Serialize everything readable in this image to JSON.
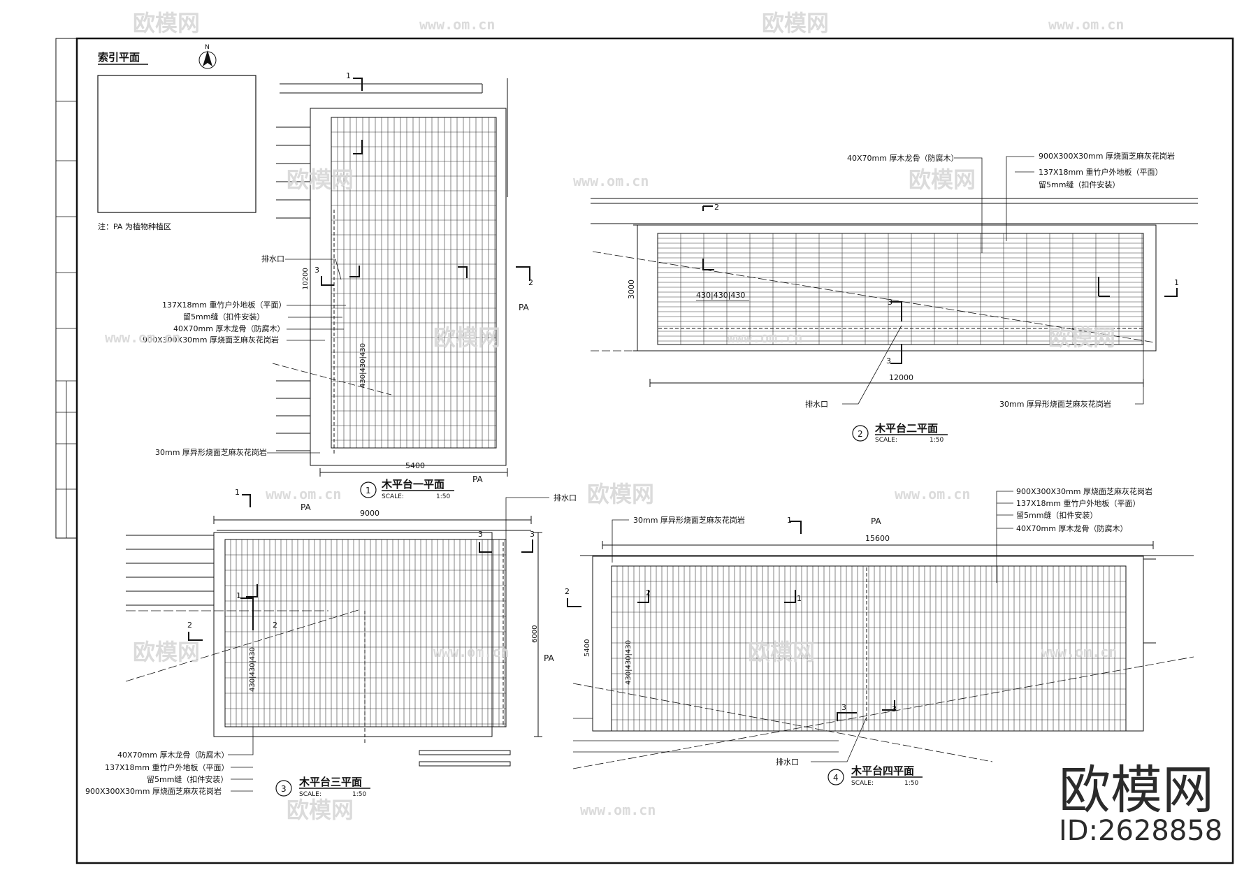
{
  "index_plan": {
    "title": "索引平面",
    "north": "N",
    "note": "注：PA 为植物种植区"
  },
  "area_label": "PA",
  "plan1": {
    "num": "1",
    "title": "木平台一平面",
    "scale_label": "SCALE:",
    "scale_value": "1:50",
    "dim_width": "5400",
    "dim_height": "10200",
    "dim_spacing": "430|430|430",
    "notes": [
      "排水口",
      "137X18mm 重竹户外地板（平面）",
      "留5mm缝（扣件安装）",
      "40X70mm 厚木龙骨（防腐木）",
      "900X300X30mm 厚烧面芝麻灰花岗岩",
      "30mm 厚异形烧面芝麻灰花岗岩"
    ],
    "sec": [
      "1",
      "2",
      "3"
    ]
  },
  "plan2": {
    "num": "2",
    "title": "木平台二平面",
    "scale_label": "SCALE:",
    "scale_value": "1:50",
    "dim_width": "12000",
    "dim_height": "3000",
    "dim_spacing": "430|430|430",
    "notes": [
      "40X70mm 厚木龙骨（防腐木）",
      "900X300X30mm 厚烧面芝麻灰花岗岩",
      "137X18mm 重竹户外地板（平面）",
      "留5mm缝（扣件安装）",
      "排水口",
      "30mm 厚异形烧面芝麻灰花岗岩"
    ],
    "sec": [
      "1",
      "2",
      "3"
    ]
  },
  "plan3": {
    "num": "3",
    "title": "木平台三平面",
    "scale_label": "SCALE:",
    "scale_value": "1:50",
    "dim_width": "9000",
    "dim_height": "6000",
    "dim_spacing": "430|430|430",
    "notes": [
      "排水口",
      "40X70mm 厚木龙骨（防腐木）",
      "137X18mm 重竹户外地板（平面）",
      "留5mm缝（扣件安装）",
      "900X300X30mm 厚烧面芝麻灰花岗岩"
    ],
    "sec": [
      "1",
      "2",
      "3"
    ]
  },
  "plan4": {
    "num": "4",
    "title": "木平台四平面",
    "scale_label": "SCALE:",
    "scale_value": "1:50",
    "dim_width": "15600",
    "dim_height": "5400",
    "dim_spacing": "430|430|430",
    "notes": [
      "30mm 厚异形烧面芝麻灰花岗岩",
      "900X300X30mm 厚烧面芝麻灰花岗岩",
      "137X18mm 重竹户外地板（平面）",
      "留5mm缝（扣件安装）",
      "40X70mm 厚木龙骨（防腐木）",
      "排水口"
    ],
    "sec": [
      "1",
      "2",
      "3"
    ]
  },
  "watermark": {
    "brand": "欧模网",
    "url": "www.om.cn",
    "id": "ID:2628858"
  }
}
